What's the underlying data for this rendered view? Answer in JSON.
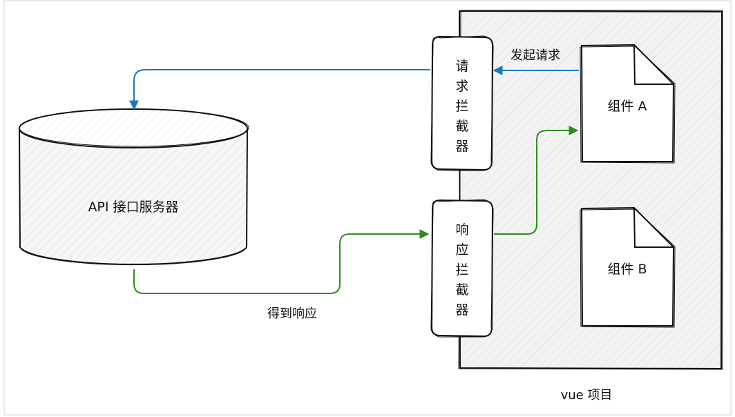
{
  "nodes": {
    "server": {
      "label": "API 接口服务器"
    },
    "project": {
      "label": "vue 项目"
    },
    "request_interceptor": {
      "chars": [
        "请",
        "求",
        "拦",
        "截",
        "器"
      ]
    },
    "response_interceptor": {
      "chars": [
        "响",
        "应",
        "拦",
        "截",
        "器"
      ]
    },
    "component_a": {
      "label": "组件 A"
    },
    "component_b": {
      "label": "组件 B"
    }
  },
  "edges": {
    "send_request": {
      "label": "发起请求",
      "color": "#1f77b4"
    },
    "to_server": {
      "color": "#1f77b4"
    },
    "get_response": {
      "label": "得到响应",
      "color": "#2e8b1f"
    },
    "to_component": {
      "color": "#2e8b1f"
    }
  },
  "colors": {
    "stroke": "#111111",
    "project_fill": "#f2f2f2",
    "hatch": "#c8c8c8",
    "frame": "#d9e2ea"
  }
}
